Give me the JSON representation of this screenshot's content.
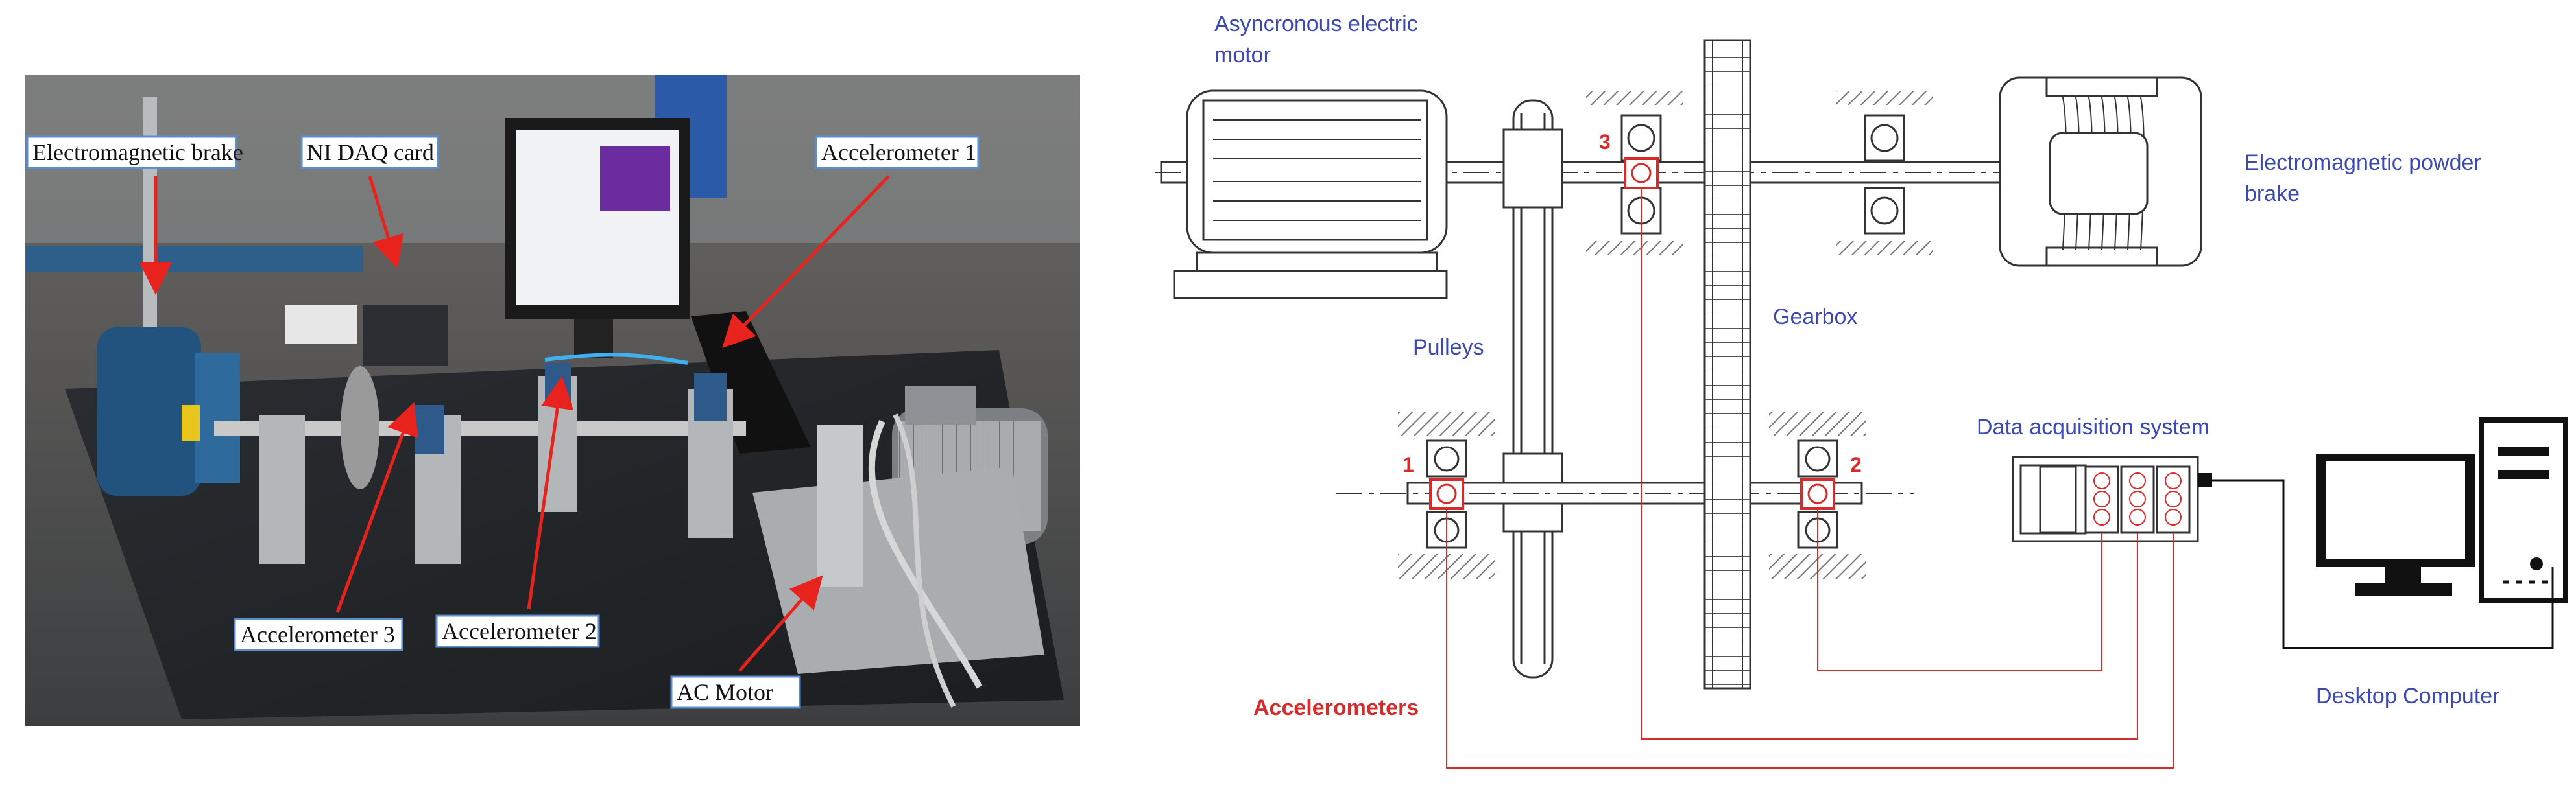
{
  "photo": {
    "labels": {
      "electromagnetic_brake": "Electromagnetic brake",
      "ni_daq_card": "NI DAQ card",
      "accelerometer_1": "Accelerometer 1",
      "accelerometer_2": "Accelerometer 2",
      "accelerometer_3": "Accelerometer 3",
      "ac_motor": "AC Motor"
    }
  },
  "schematic": {
    "labels": {
      "motor_line1": "Asyncronous electric",
      "motor_line2": "motor",
      "brake_line1": "Electromagnetic powder",
      "brake_line2": "brake",
      "gearbox": "Gearbox",
      "pulleys": "Pulleys",
      "daq": "Data acquisition system",
      "accelerometers": "Accelerometers",
      "computer": "Desktop Computer"
    },
    "bearing_numbers": {
      "b1": "1",
      "b2": "2",
      "b3": "3"
    }
  },
  "colors": {
    "schematic_text": "#3b49b0",
    "accelerometer_red": "#d62b2b",
    "arrow_red": "#e8231d",
    "photo_bg": "#4a4f52",
    "line": "#333333"
  }
}
